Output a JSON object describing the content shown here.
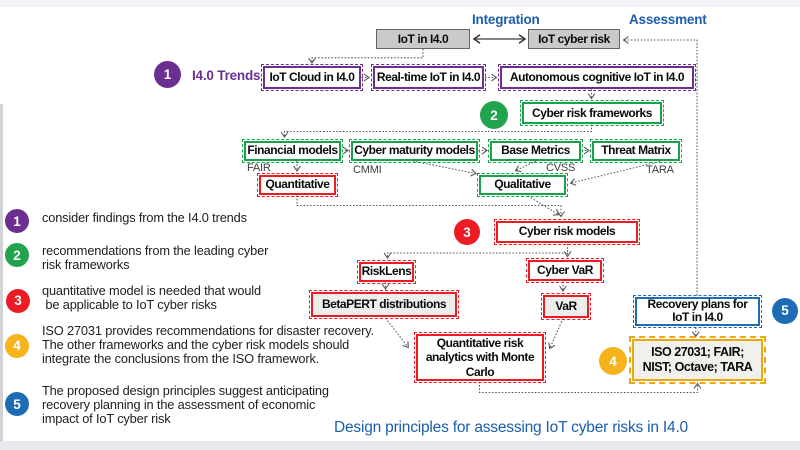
{
  "header": {
    "integration_label": "Integration",
    "assessment_label": "Assessment"
  },
  "flow": {
    "iot_in_i40": "IoT in I4.0",
    "iot_cyber_risk": "IoT cyber risk",
    "trends_badge": "1",
    "trends_label": "I4.0 Trends",
    "iot_cloud": "IoT Cloud in I4.0",
    "realtime": "Real-time IoT in I4.0",
    "autonomous": "Autonomous cognitive IoT in I4.0",
    "frameworks_badge": "2",
    "frameworks": "Cyber risk frameworks",
    "financial": "Financial models",
    "financial_tag": "FAIR",
    "maturity": "Cyber maturity models",
    "maturity_tag": "CMMI",
    "base_metrics": "Base Metrics",
    "base_metrics_tag": "CVSS",
    "threat_matrix": "Threat Matrix",
    "threat_matrix_tag": "TARA",
    "quantitative": "Quantitative",
    "qualitative": "Qualitative",
    "models_badge": "3",
    "risk_models": "Cyber risk models",
    "risklens": "RiskLens",
    "cyber_var": "Cyber VaR",
    "betapert": "BetaPERT distributions",
    "var": "VaR",
    "monte_carlo": "Quantitative risk\nanalytics with Monte\nCarlo",
    "recovery": "Recovery plans for\nIoT in I4.0",
    "recovery_badge": "5",
    "iso_badge": "4",
    "iso": "ISO 27031; FAIR;\nNIST; Octave; TARA"
  },
  "notes": [
    {
      "num": "1",
      "color": "#6B2E91",
      "text": "consider findings from the I4.0 trends"
    },
    {
      "num": "2",
      "color": "#21A44D",
      "text": "recommendations from the leading cyber\nrisk frameworks"
    },
    {
      "num": "3",
      "color": "#EC1C24",
      "text": "quantitative model is needed that would\n be applicable to IoT cyber risks"
    },
    {
      "num": "4",
      "color": "#F6B31C",
      "text": "ISO 27031 provides recommendations for disaster recovery.\nThe other frameworks and the cyber risk models should\nintegrate the conclusions from the ISO framework."
    },
    {
      "num": "5",
      "color": "#1E6CB5",
      "text": "The proposed design principles suggest anticipating\nrecovery planning in the assessment of economic\nimpact of IoT cyber risk"
    }
  ],
  "caption": "Design principles for assessing IoT cyber risks in I4.0",
  "colors": {
    "purple": "#6B2E91",
    "green": "#17A24B",
    "red": "#EC1C24",
    "blue": "#1E6CB5",
    "gold": "#EBA90F",
    "amber": "#F6B31C",
    "blue_text": "#1B5EAD",
    "gray_fill": "#C9CACC",
    "gray_border": "#636567",
    "connector": "#585858"
  }
}
